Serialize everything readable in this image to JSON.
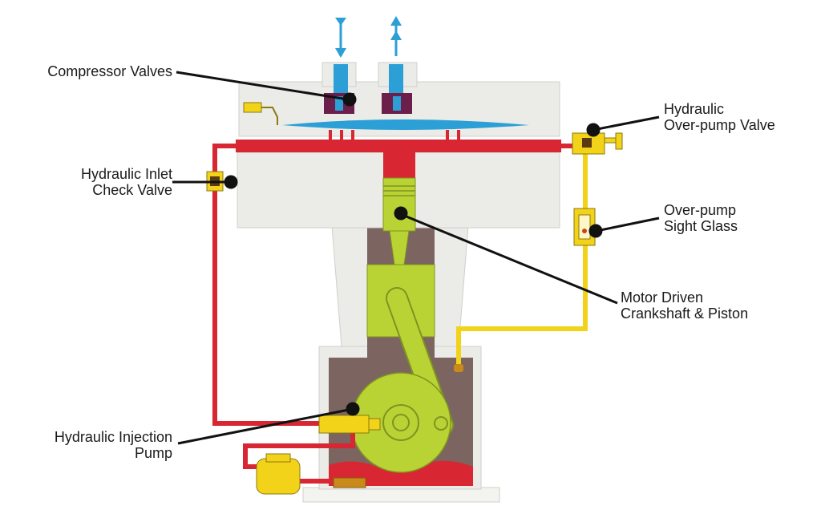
{
  "labels": {
    "compressor_valves": [
      "Compressor Valves"
    ],
    "hydraulic_inlet_check_valve": [
      "Hydraulic Inlet",
      "Check Valve"
    ],
    "hydraulic_injection_pump": [
      "Hydraulic Injection",
      "Pump"
    ],
    "hydraulic_overpump_valve": [
      "Hydraulic",
      "Over-pump Valve"
    ],
    "overpump_sight_glass": [
      "Over-pump",
      "Sight Glass"
    ],
    "motor_driven_crankshaft_piston": [
      "Motor Driven",
      "Crankshaft & Piston"
    ]
  },
  "colors": {
    "housing": "#ebebe8",
    "housing_edge": "#cfcfca",
    "hydraulic": "#d82632",
    "gas": "#2b9fd6",
    "oil": "#f2d319",
    "moving_parts": "#b9d335",
    "crankcase": "#7c6460",
    "valve_seat": "#6b1f4a",
    "leader": "#111111"
  }
}
